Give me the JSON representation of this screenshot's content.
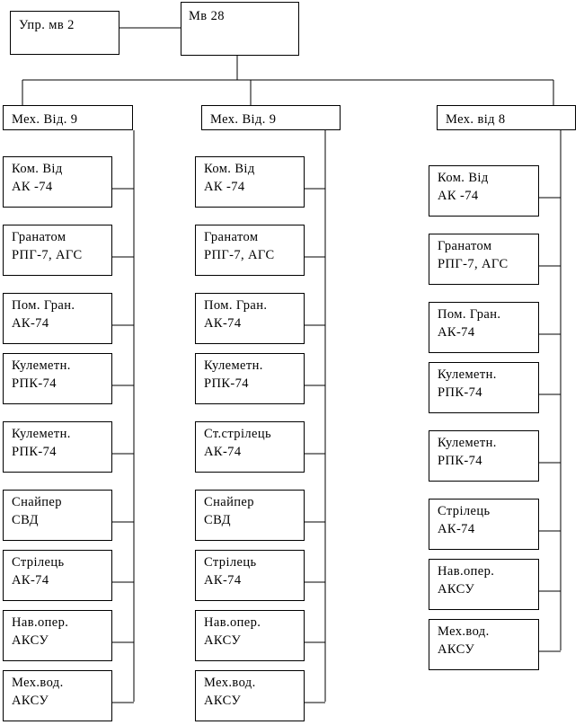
{
  "top": {
    "left": "Упр. мв 2",
    "main": "Мв 28"
  },
  "columns": [
    {
      "header": "Мех. Від. 9",
      "items": [
        [
          "Ком. Від",
          "АК -74"
        ],
        [
          "Гранатом",
          "РПГ-7, АГС"
        ],
        [
          "Пом. Гран.",
          "АК-74"
        ],
        [
          "Кулеметн.",
          "РПК-74"
        ],
        [
          "Кулеметн.",
          "РПК-74"
        ],
        [
          "Снайпер",
          "СВД"
        ],
        [
          "Стрілець",
          "АК-74"
        ],
        [
          "Нав.опер.",
          "АКСУ"
        ],
        [
          "Мех.вод.",
          "АКСУ"
        ]
      ]
    },
    {
      "header": "Мех. Від. 9",
      "items": [
        [
          "Ком. Від",
          "АК -74"
        ],
        [
          "Гранатом",
          "РПГ-7, АГС"
        ],
        [
          "Пом. Гран.",
          "АК-74"
        ],
        [
          "Кулеметн.",
          "РПК-74"
        ],
        [
          "Ст.стрілець",
          "АК-74"
        ],
        [
          "Снайпер",
          "СВД"
        ],
        [
          "Стрілець",
          "АК-74"
        ],
        [
          "Нав.опер.",
          "АКСУ"
        ],
        [
          "Мех.вод.",
          "АКСУ"
        ]
      ]
    },
    {
      "header": "Мех. від 8",
      "items": [
        [
          "Ком. Від",
          "АК -74"
        ],
        [
          "Гранатом",
          "РПГ-7, АГС"
        ],
        [
          "Пом. Гран.",
          "АК-74"
        ],
        [
          "Кулеметн.",
          "РПК-74"
        ],
        [
          "Кулеметн.",
          "РПК-74"
        ],
        [
          "Стрілець",
          "АК-74"
        ],
        [
          "Нав.опер.",
          "АКСУ"
        ],
        [
          "Мех.вод.",
          "АКСУ"
        ]
      ]
    }
  ]
}
